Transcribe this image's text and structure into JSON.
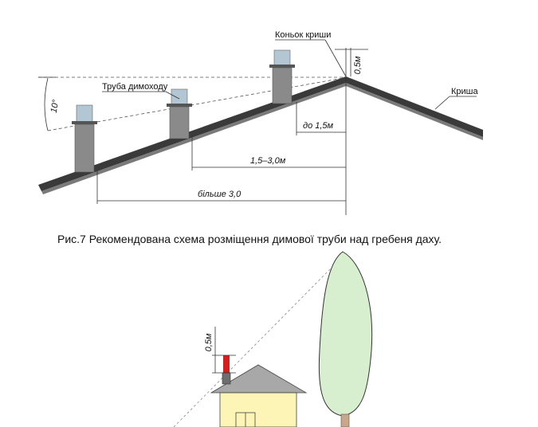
{
  "diagram": {
    "labels": {
      "ridge": "Коньок криши",
      "chimney": "Труба димоходу",
      "roof": "Криша",
      "angle": "10°",
      "height_top": "0,5м",
      "dist_near": "до 1,5м",
      "dist_mid": "1,5–3,0м",
      "dist_far": "більше 3,0"
    },
    "caption": "Рис.7 Рекомендована схема розміщення димової труби над гребеня даху.",
    "lower": {
      "height_label": "0,5м"
    },
    "colors": {
      "chimney_top": "#b3c6d4",
      "chimney_body": "#8a8a8a",
      "roof": "#3a3a3a",
      "tree": "#d8efcf",
      "house_wall": "#fdf5b6",
      "house_roof": "#a8a8a8",
      "chimney_red": "#d22020"
    }
  }
}
